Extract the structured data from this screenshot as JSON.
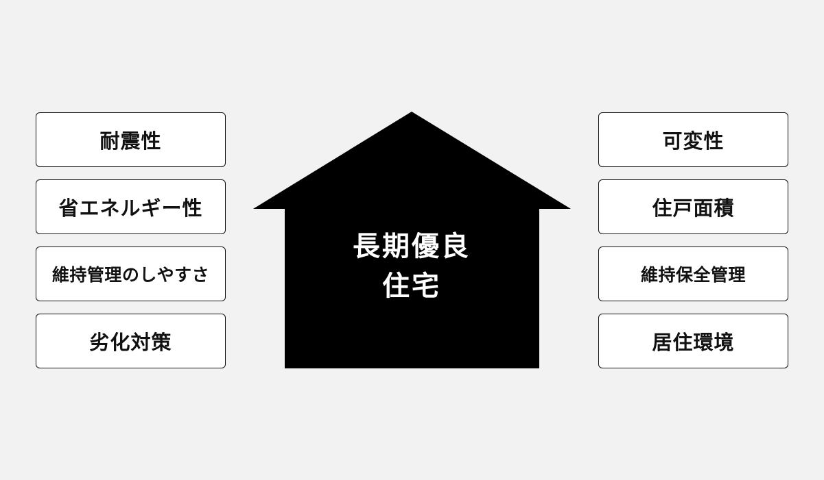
{
  "center": {
    "line1": "長期優良",
    "line2": "住宅",
    "fill_color": "#000000"
  },
  "left_items": [
    "耐震性",
    "省エネルギー性",
    "維持管理のしやすさ",
    "劣化対策"
  ],
  "right_items": [
    "可変性",
    "住戸面積",
    "維持保全管理",
    "居住環境"
  ],
  "colors": {
    "background": "#f2f2f2",
    "box_fill": "#ffffff",
    "border": "#111111",
    "text": "#111111"
  }
}
